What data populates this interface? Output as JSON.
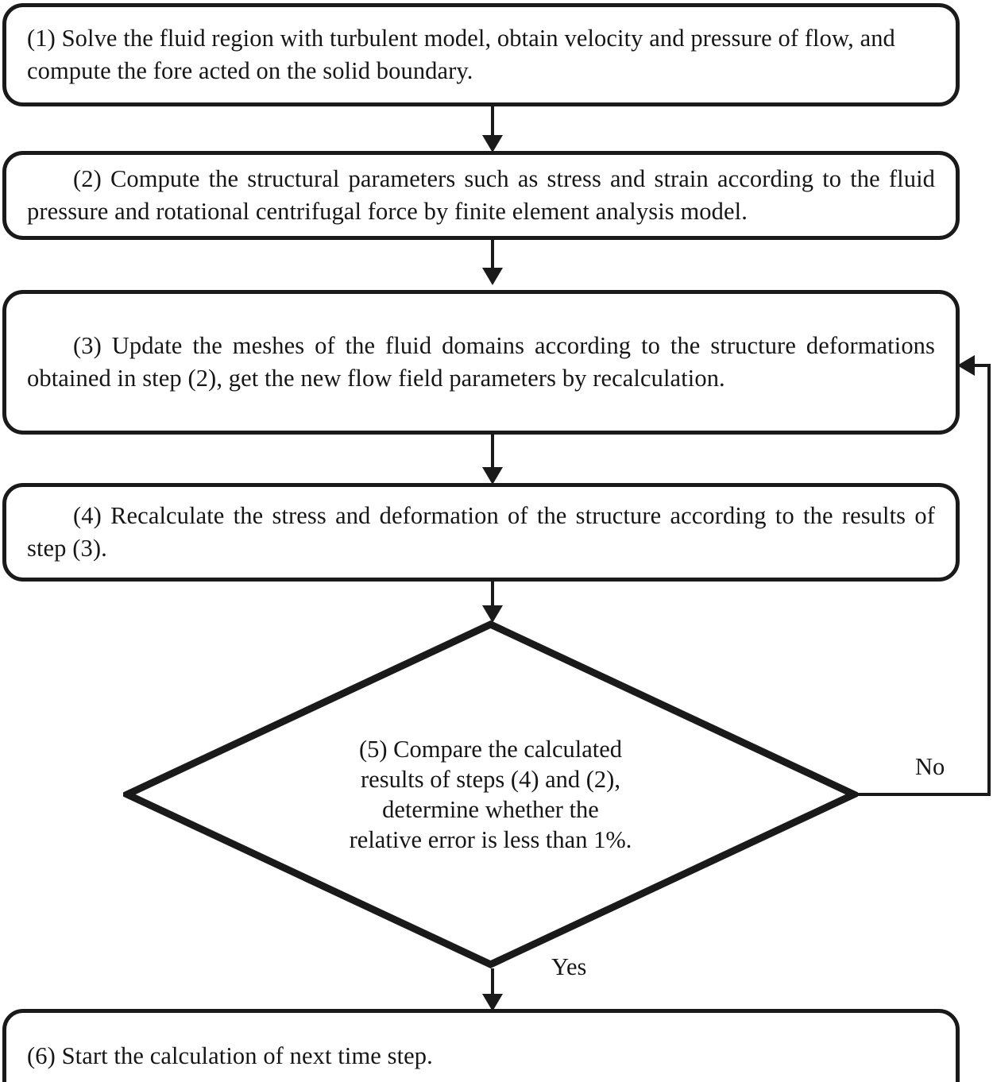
{
  "diagram": {
    "title": "Fluid-structure interaction iterative calculation flowchart",
    "type": "flowchart",
    "colors": {
      "stroke": "#1a1a1a",
      "fill": "#ffffff",
      "text": "#161616"
    },
    "nodes": [
      {
        "id": "step-1",
        "shape": "rounded-rectangle",
        "text": "(1) Solve the fluid region with turbulent model, obtain velocity and pressure of flow, and compute the fore acted on the solid boundary."
      },
      {
        "id": "step-2",
        "shape": "rounded-rectangle",
        "text": "(2) Compute the structural parameters such as stress and strain according to the fluid pressure and rotational centrifugal force by finite element analysis model."
      },
      {
        "id": "step-3",
        "shape": "rounded-rectangle",
        "text": "(3) Update the meshes of the fluid domains according to the structure deformations obtained in step (2), get the new flow field parameters by recalculation."
      },
      {
        "id": "step-4",
        "shape": "rounded-rectangle",
        "text": "(4) Recalculate the stress and deformation of the structure according to the results of step (3)."
      },
      {
        "id": "step-5",
        "shape": "diamond",
        "lines": [
          "(5) Compare the calculated",
          "results of steps (4) and (2),",
          "determine whether the",
          "relative error is less than 1%."
        ]
      },
      {
        "id": "step-6",
        "shape": "rounded-rectangle",
        "text": "(6) Start the calculation of next time step."
      }
    ],
    "edges": [
      {
        "id": "e1",
        "from": "step-1",
        "to": "step-2",
        "label": ""
      },
      {
        "id": "e2",
        "from": "step-2",
        "to": "step-3",
        "label": ""
      },
      {
        "id": "e3",
        "from": "step-3",
        "to": "step-4",
        "label": ""
      },
      {
        "id": "e4",
        "from": "step-4",
        "to": "step-5",
        "label": ""
      },
      {
        "id": "e5",
        "from": "step-5",
        "to": "step-6",
        "label": "Yes"
      },
      {
        "id": "e6",
        "from": "step-5",
        "to": "step-3",
        "label": "No"
      }
    ],
    "labels": {
      "no": "No",
      "yes": "Yes"
    }
  }
}
